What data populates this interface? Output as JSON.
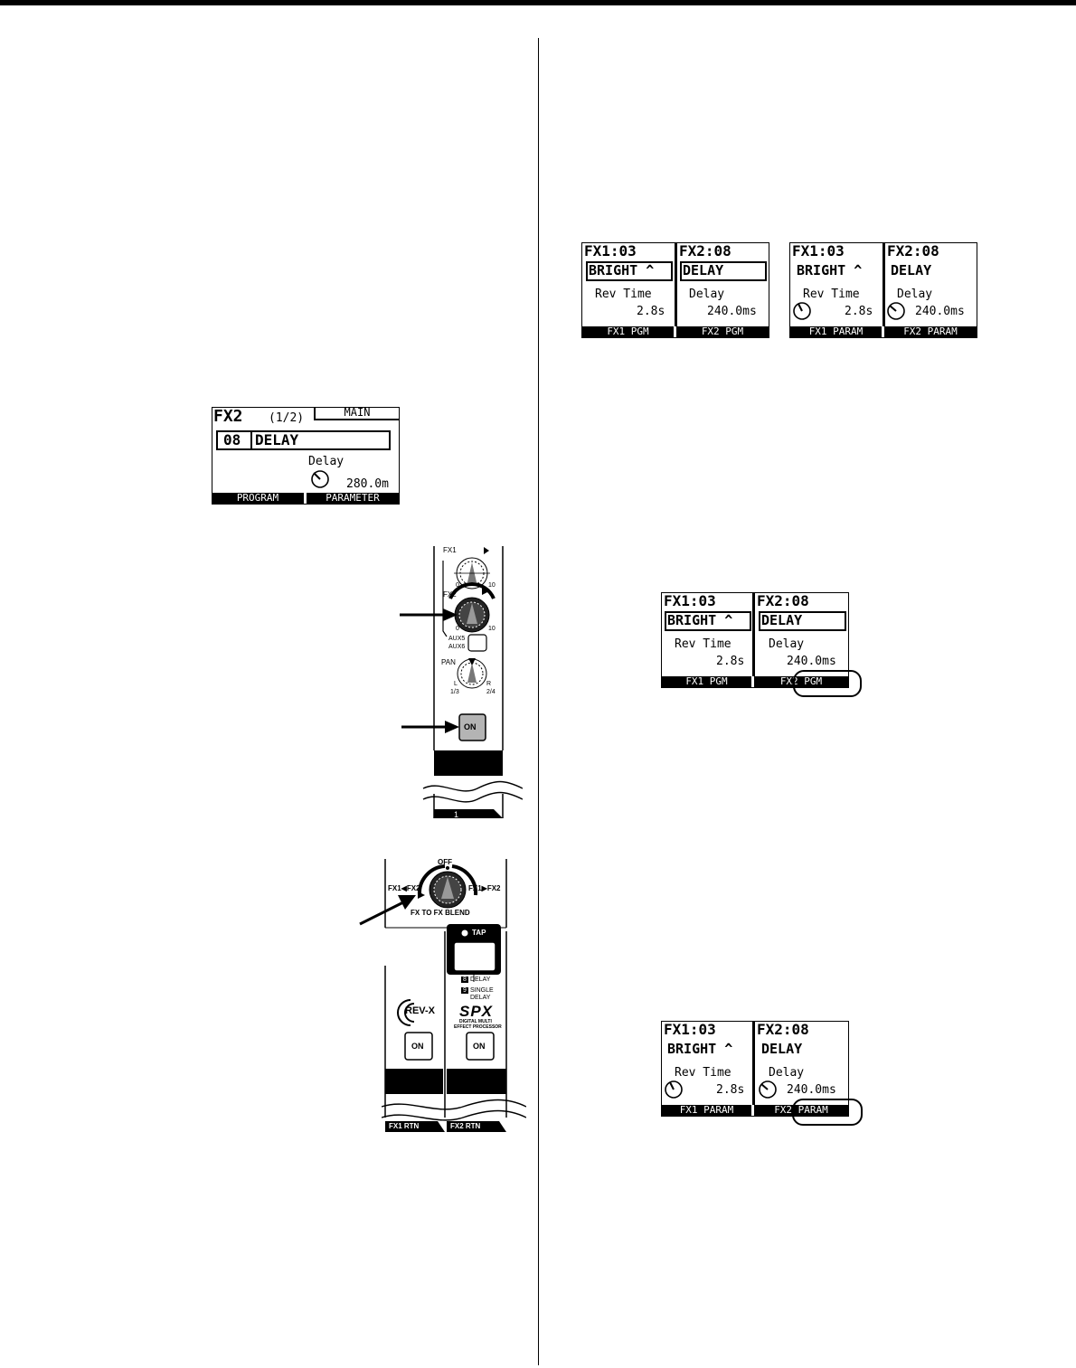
{
  "fx2_main_lcd": {
    "title": "FX2",
    "page": "(1/2)",
    "tab": "MAIN",
    "program_number": "08",
    "program_name": "DELAY",
    "param_label": "Delay",
    "param_value": "280.0m",
    "softkey_left": "PROGRAM",
    "softkey_right": "PARAMETER"
  },
  "dual_lcd_pgm": {
    "fx1_header": "FX1:03",
    "fx2_header": "FX2:08",
    "fx1_program": "BRIGHT ^",
    "fx2_program": "DELAY",
    "fx1_param_label": "Rev Time",
    "fx2_param_label": "Delay",
    "fx1_param_value": "2.8s",
    "fx2_param_value": "240.0ms",
    "softkey_left": "FX1 PGM",
    "softkey_right": "FX2 PGM"
  },
  "dual_lcd_param": {
    "fx1_header": "FX1:03",
    "fx2_header": "FX2:08",
    "fx1_program": "BRIGHT ^",
    "fx2_program": "DELAY",
    "fx1_param_label": "Rev Time",
    "fx2_param_label": "Delay",
    "fx1_param_value": "2.8s",
    "fx2_param_value": "240.0ms",
    "softkey_left": "FX1 PARAM",
    "softkey_right": "FX2 PARAM"
  },
  "channel_strip": {
    "fx1_label": "FX1",
    "fx2_label": "FX2",
    "scale_min": "0",
    "scale_max": "10",
    "aux_label_1": "AUX5",
    "aux_label_2": "AUX6",
    "pan_label": "PAN",
    "pan_left": "L",
    "pan_right": "R",
    "pan_left_bus": "1/3",
    "pan_right_bus": "2/4",
    "on_label": "ON",
    "channel_number": "1"
  },
  "fx_return_panel": {
    "off_label": "OFF",
    "left_label": "FX1◀FX2",
    "right_label": "FX1▶FX2",
    "blend_label": "FX TO FX BLEND",
    "tap_label": "TAP",
    "delay_item_num": "8",
    "delay_item": "DELAY",
    "single_item_num": "9",
    "single_item_1": "SINGLE",
    "single_item_2": "DELAY",
    "rev_x_label": "REV-X",
    "spx_logo": "SPX",
    "spx_sub_1": "DIGITAL MULTI",
    "spx_sub_2": "EFFECT PROCESSOR",
    "on_label": "ON",
    "fx1_rtn": "FX1 RTN",
    "fx2_rtn": "FX2 RTN"
  },
  "colors": {
    "lcd_ink": "#000000",
    "button_gray": "#b4b4b4",
    "page_bg": "#ffffff"
  }
}
